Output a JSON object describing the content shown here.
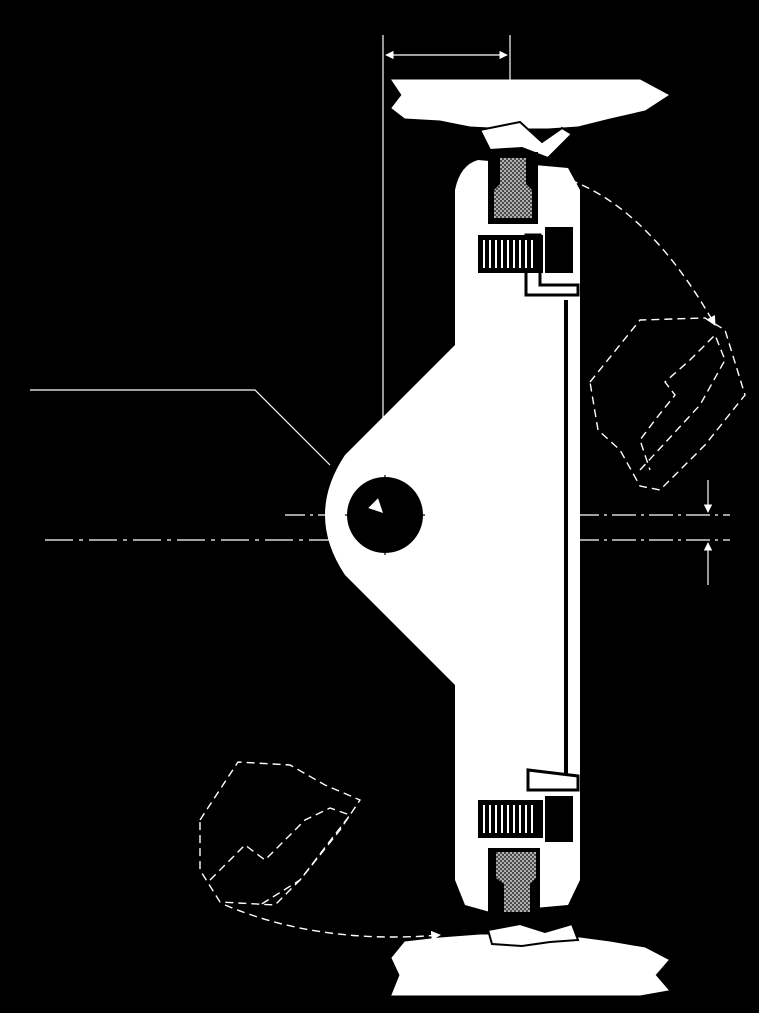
{
  "diagram": {
    "background_color": "#000000",
    "line_color": "#ffffff",
    "hatch_color": "#9a9a9a",
    "parts": [
      "mounting-bracket",
      "pivot-hole",
      "upper-clamp-jaw",
      "lower-clamp-jaw",
      "upper-screw",
      "lower-screw",
      "upper-insert",
      "lower-insert",
      "upper-contact-pad",
      "lower-contact-pad",
      "swung-position-outline-upper",
      "swung-position-outline-lower"
    ],
    "labels": []
  }
}
